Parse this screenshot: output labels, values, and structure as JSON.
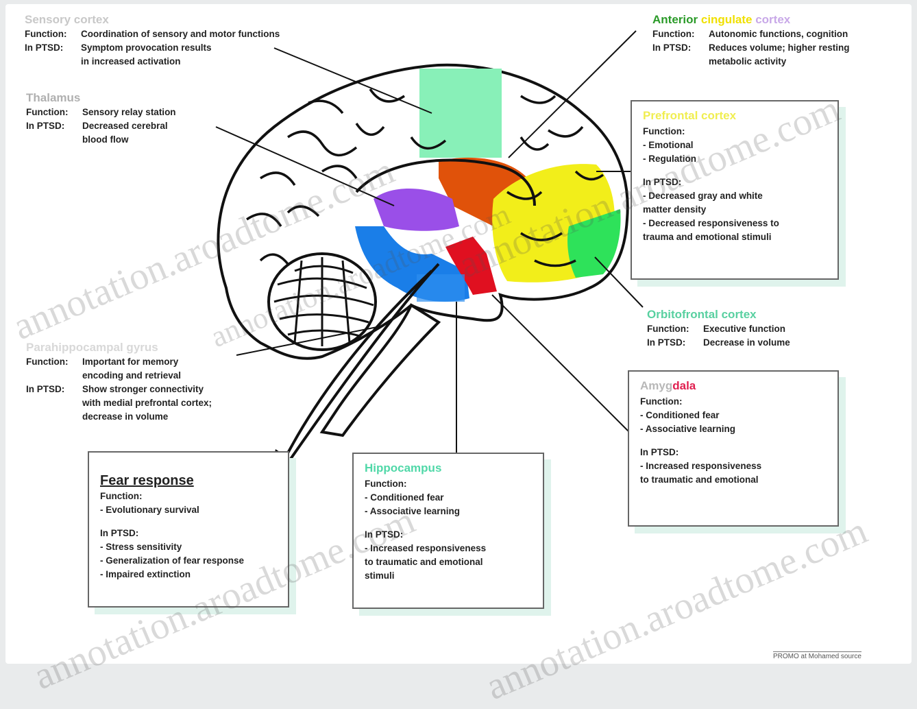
{
  "colors": {
    "sensory_cortex": "#88f0b8",
    "cingulate": "#e0520a",
    "thalamus": "#9a4fe8",
    "prefrontal": "#f2ee1a",
    "orbitofrontal": "#2ee25a",
    "hippocampus": "#1a7ee8",
    "amygdala": "#e01020",
    "title_green": "#2a9a28",
    "title_yellow": "#f0e000",
    "title_teal": "#58d0a0",
    "title_red": "#e02050"
  },
  "sensory_cortex": {
    "title": "Sensory cortex",
    "function_key": "Function:",
    "function": "Coordination of sensory and motor functions",
    "ptsd_key": "In PTSD:",
    "ptsd": "Symptom provocation results\nin increased activation"
  },
  "thalamus": {
    "title": "Thalamus",
    "function_key": "Function:",
    "function": "Sensory relay station",
    "ptsd_key": "In PTSD:",
    "ptsd": "Decreased cerebral\nblood flow"
  },
  "anterior_cingulate": {
    "title_a": "Anterior",
    "title_b": "cingulate",
    "title_c": "cortex",
    "function_key": "Function:",
    "function": "Autonomic functions, cognition",
    "ptsd_key": "In PTSD:",
    "ptsd": "Reduces volume; higher resting\nmetabolic activity"
  },
  "prefrontal_cortex": {
    "title": "Prefrontal cortex",
    "function_key": "Function:",
    "function_items": "- Emotional\n- Regulation",
    "ptsd_key": "In PTSD:",
    "ptsd_items": "- Decreased gray and white\n  matter density\n- Decreased responsiveness to\n  trauma and emotional stimuli"
  },
  "orbitofrontal": {
    "title": "Orbitofrontal cortex",
    "function_key": "Function:",
    "function": "Executive function",
    "ptsd_key": "In PTSD:",
    "ptsd": "Decrease in volume"
  },
  "parahippocampal": {
    "title": "Parahippocampal gyrus",
    "function_key": "Function:",
    "function": "Important for memory\nencoding and retrieval",
    "ptsd_key": "In PTSD:",
    "ptsd": "Show stronger connectivity\nwith medial prefrontal cortex;\ndecrease in volume"
  },
  "fear_response": {
    "title": "Fear response",
    "function_key": "Function:",
    "function_items": "- Evolutionary survival",
    "ptsd_key": "In PTSD:",
    "ptsd_items": "- Stress sensitivity\n- Generalization of fear response\n- Impaired extinction"
  },
  "hippocampus": {
    "title": "Hippocampus",
    "function_key": "Function:",
    "function_items": "- Conditioned fear\n- Associative learning",
    "ptsd_key": "In PTSD:",
    "ptsd_items": "- Increased responsiveness\n  to traumatic and emotional\n  stimuli"
  },
  "amygdala": {
    "title_a": "Amyg",
    "title_b": "dala",
    "function_key": "Function:",
    "function_items": "- Conditioned fear\n- Associative learning",
    "ptsd_key": "In PTSD:",
    "ptsd_items": "- Increased responsiveness\n  to traumatic and emotional"
  },
  "watermarks": {
    "w1": "annotation.aroadtome.com",
    "w2": "annotation.aroadtome.com",
    "w3": "annotation.aroadtome.com",
    "w4": "annotation.aroadtome.com",
    "w5": "annotation.aroadtome.com"
  },
  "credit": "PROMO at Mohamed source"
}
